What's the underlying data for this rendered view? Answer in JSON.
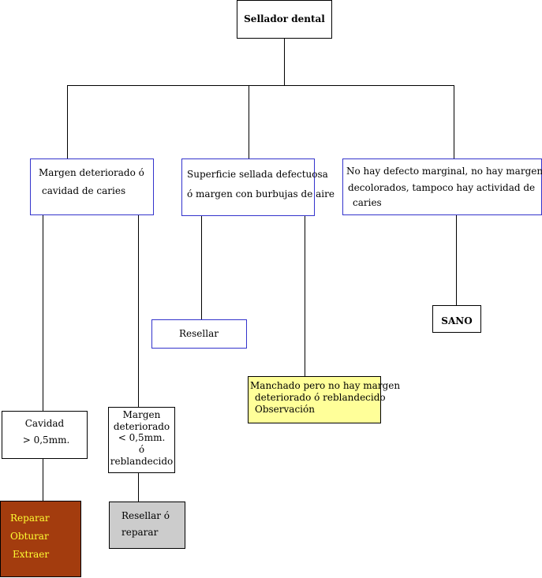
{
  "diagram": {
    "nodes": {
      "root": {
        "lines": [
          "Sellador dental"
        ]
      },
      "margin_deteriorated": {
        "lines": [
          "Margen deteriorado ó",
          "cavidad de caries"
        ]
      },
      "defective_surface": {
        "lines": [
          "Superficie sellada defectuosa",
          "ó margen con burbujas de aire"
        ]
      },
      "no_defect": {
        "lines": [
          "No hay defecto marginal, no hay margenes",
          "decolorados, tampoco hay actividad de",
          "caries"
        ]
      },
      "reseal": {
        "lines": [
          "Resellar"
        ]
      },
      "sound": {
        "lines": [
          "SANO"
        ]
      },
      "stained": {
        "lines": [
          "Manchado pero no hay margen",
          "deteriorado ó reblandecido",
          "Observación"
        ]
      },
      "cavity": {
        "lines": [
          "Cavidad",
          "> 0,5mm."
        ]
      },
      "margin_small": {
        "lines": [
          "Margen",
          "deteriorado",
          "< 0,5mm.",
          "ó",
          "reblandecido"
        ]
      },
      "treatment": {
        "lines": [
          "Reparar",
          "Obturar",
          "Extraer"
        ]
      },
      "reseal_or_repair": {
        "lines": [
          "Resellar ó",
          "reparar"
        ]
      }
    },
    "colors": {
      "line": "#000000",
      "blue_border": "#3333cc",
      "observation_fill": "#ffff99",
      "treatment_fill": "#a33c0e",
      "treatment_text": "#ffff33",
      "reseal_or_repair_fill": "#cccccc"
    }
  }
}
